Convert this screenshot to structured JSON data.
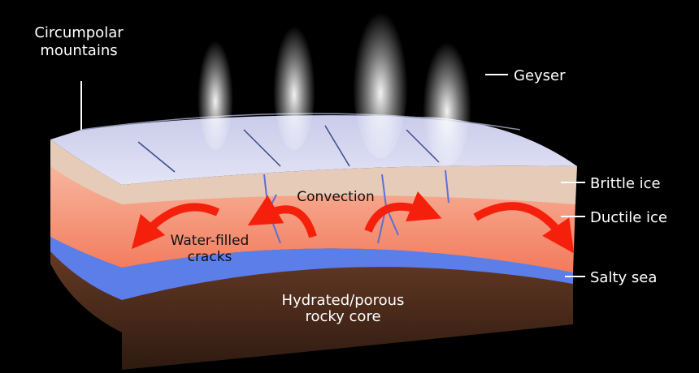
{
  "title": "Enceladus ice shell cross-section",
  "labels": {
    "circumpolar_line1": "Circumpolar",
    "circumpolar_line2": "mountains",
    "geyser": "Geyser",
    "brittle_ice": "Brittle ice",
    "ductile_ice": "Ductile ice",
    "salty_sea": "Salty sea",
    "convection": "Convection",
    "cracks_line1": "Water-filled",
    "cracks_line2": "cracks",
    "core_line1": "Hydrated/porous",
    "core_line2": "rocky core"
  },
  "colors": {
    "background": "#000000",
    "ice_surface": "#d4d6f0",
    "brittle_ice": "#e6cbb8",
    "ductile_ice": "#f08c70",
    "sea": "#5b7ee8",
    "rock": "#4a2a1c",
    "arrow": "#f4200c"
  }
}
